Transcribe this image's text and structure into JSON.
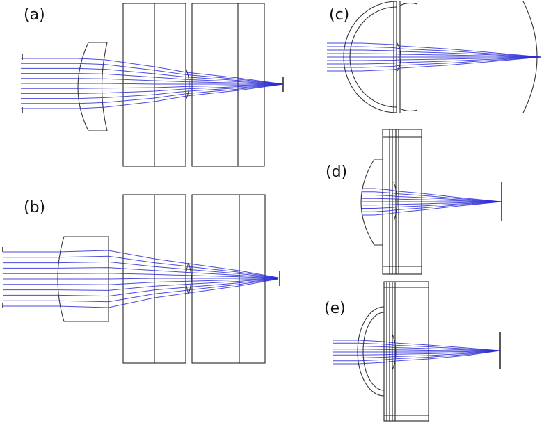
{
  "figure": {
    "panels": [
      {
        "id": "a",
        "label": "(a)"
      },
      {
        "id": "b",
        "label": "(b)"
      },
      {
        "id": "c",
        "label": "(c)"
      },
      {
        "id": "d",
        "label": "(d)"
      },
      {
        "id": "e",
        "label": "(e)"
      }
    ],
    "colors": {
      "ray": "#2a2ad8",
      "outline": "#222222",
      "background": "#ffffff"
    }
  }
}
